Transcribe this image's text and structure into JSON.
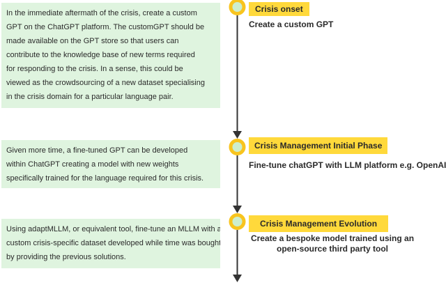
{
  "palette": {
    "box_green": "#dff4df",
    "highlight_yellow": "#ffd93b",
    "node_ring": "#f8c41e",
    "node_fill": "#cdeecd",
    "line": "#333333",
    "text": "#2a2a2a"
  },
  "timeline": {
    "steps": [
      {
        "label": "Crisis onset",
        "action": "Create a custom GPT",
        "note": "In the immediate aftermath of the crisis, create a custom\nGPT on the ChatGPT platform. The customGPT should be\nmade available on the GPT store so that users can\ncontribute to the knowledge base of new terms required\nfor responding to the crisis. In a sense, this could be\nviewed as the crowdsourcing of a new dataset specialising\nin the crisis domain for a particular language pair."
      },
      {
        "label": "Crisis Management Initial Phase",
        "action": "Fine-tune chatGPT with LLM platform e.g. OpenAI",
        "note": "Given more time, a fine-tuned GPT can be developed\nwithin ChatGPT creating a model with new weights\nspecifically trained for the language required for this crisis."
      },
      {
        "label": "Crisis Management Evolution",
        "action": "Create a bespoke model trained using an\nopen-source third party tool",
        "note": "Using adaptMLLM, or equivalent tool, fine-tune an MLLM with a\ncustom crisis-specific dataset developed while time was bought\nby providing the previous solutions."
      }
    ]
  }
}
